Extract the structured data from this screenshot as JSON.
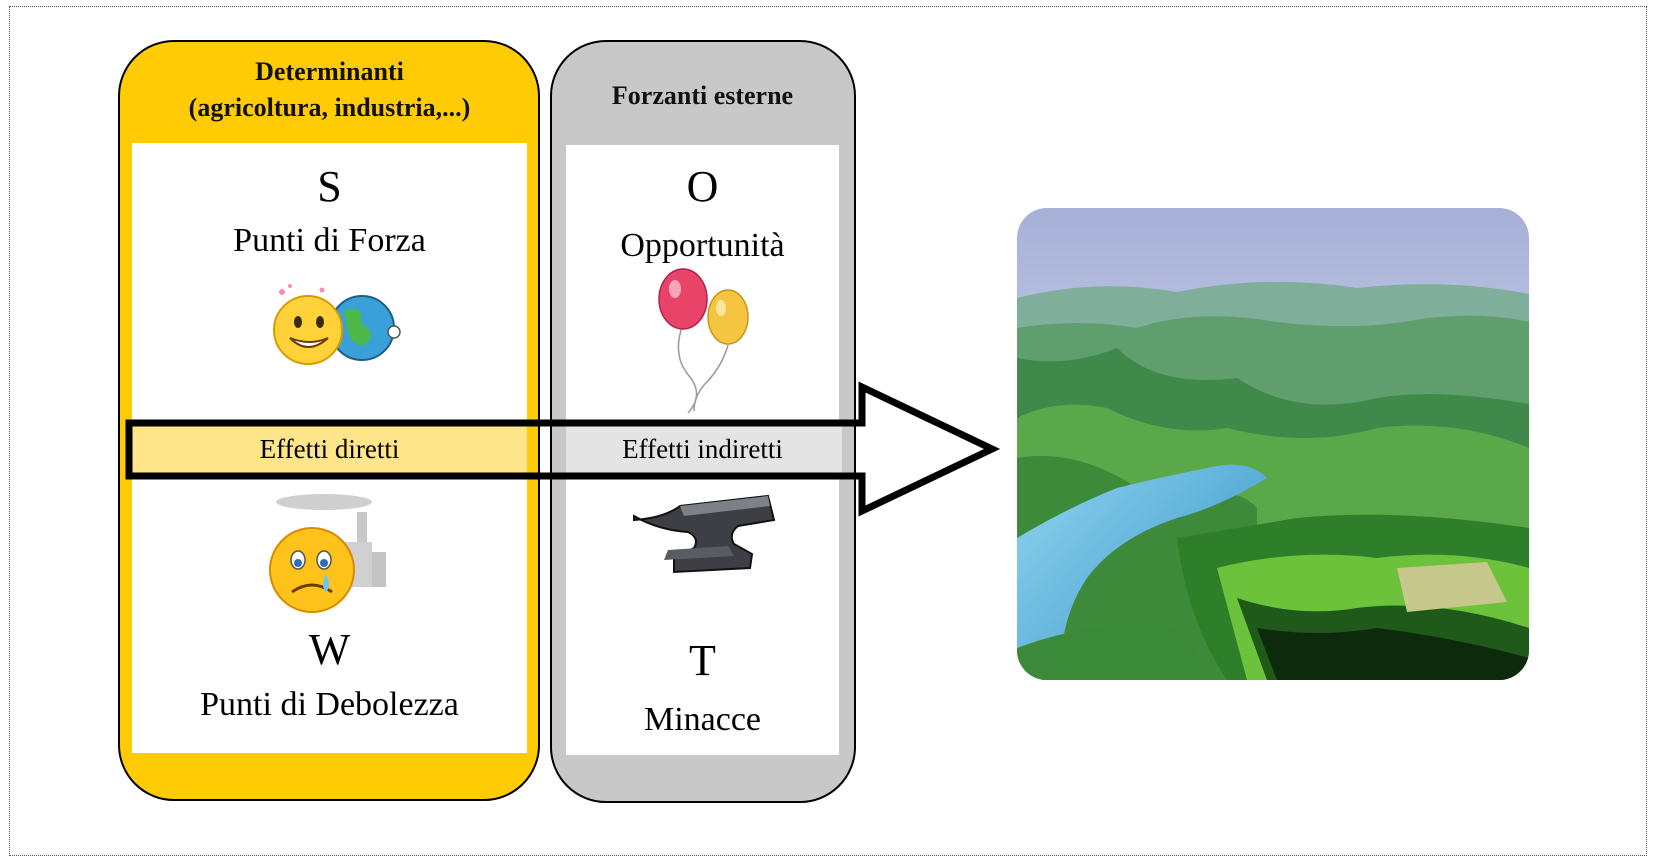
{
  "left_column": {
    "header_line1": "Determinanti",
    "header_line2": "(agricoltura, industria,...)",
    "top_letter": "S",
    "top_label": "Punti di Forza",
    "band_label": "Effetti diretti",
    "bottom_letter": "W",
    "bottom_label": "Punti di Debolezza",
    "color": "#ffcb05"
  },
  "right_column": {
    "header": "Forzanti esterne",
    "top_letter": "O",
    "top_label": "Opportunità",
    "band_label": "Effetti indiretti",
    "bottom_letter": "T",
    "bottom_label": "Minacce",
    "color": "#c8c8c8"
  },
  "icons": {
    "strength": "smiling-face-with-globe-icon",
    "opportunity": "balloons-icon",
    "weakness": "crying-face-with-factory-icon",
    "threat": "anvil-icon",
    "landscape": "river-valley-landscape-image"
  }
}
